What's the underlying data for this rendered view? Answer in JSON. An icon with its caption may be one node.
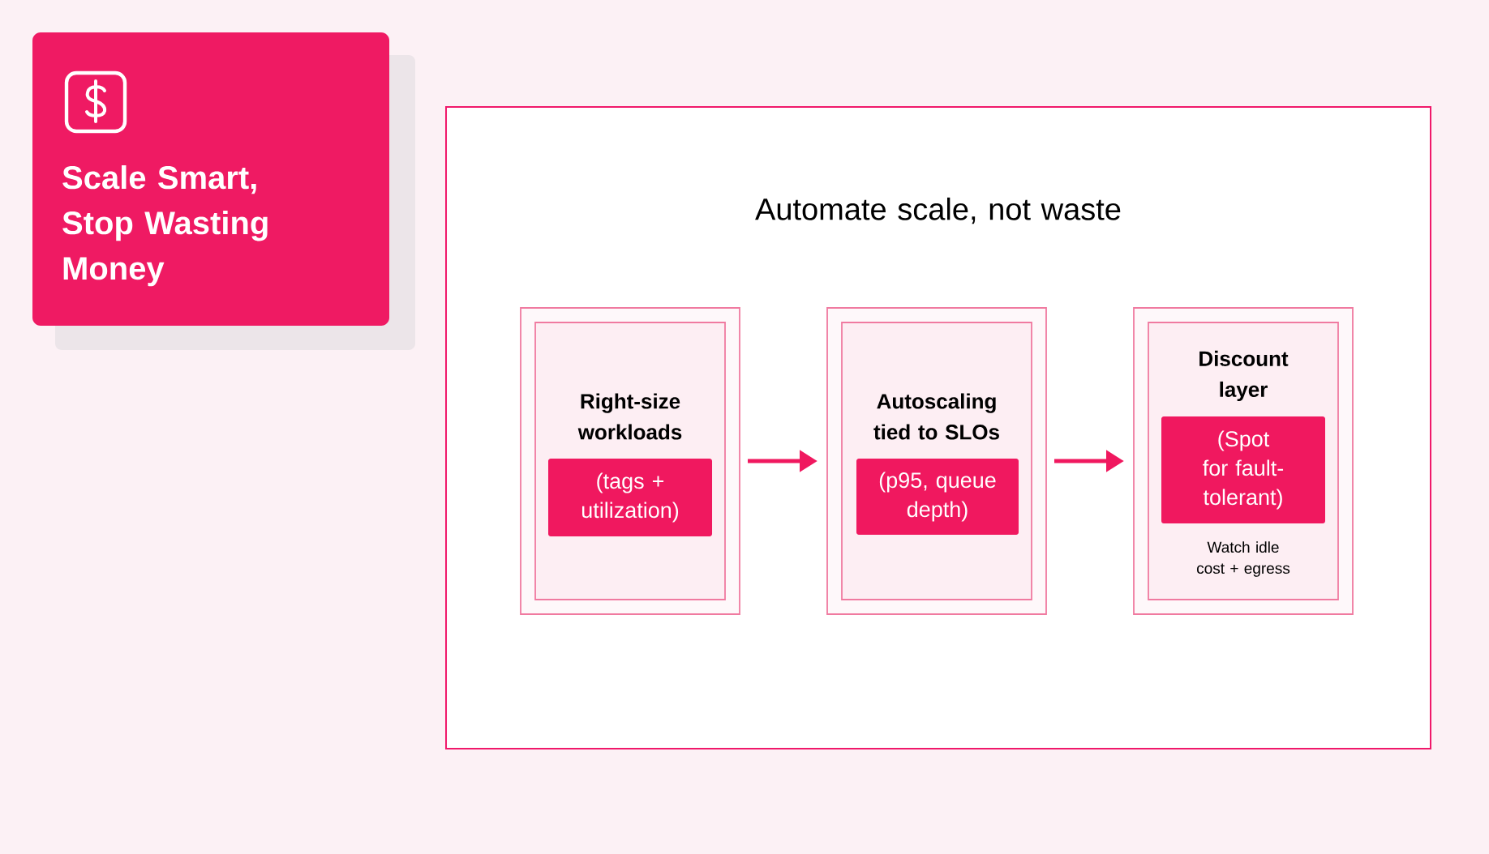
{
  "diagram": {
    "title": "Automate scale, not waste",
    "nodes": [
      {
        "text": [
          "Scale Smart, Stop Wasting Money"
        ]
      },
      {
        "text": [],
        "shape": "box"
      },
      {
        "text": [],
        "shape": "box",
        "in": 1
      },
      {
        "text": [
          "Right-size workloads"
        ],
        "in": 2
      },
      {
        "text": [
          "(tags + utilization)"
        ],
        "in": 3
      },
      {
        "text": [],
        "shape": "box",
        "in": 1
      },
      {
        "text": [
          "Autoscaling tied to SLOs"
        ],
        "in": 5
      },
      {
        "text": [
          "(p95, queue depth)"
        ],
        "in": 6
      },
      {
        "text": [],
        "shape": "box",
        "in": 1
      },
      {
        "text": [
          "Discount layer",
          "Watch idle cost + egress"
        ],
        "in": 8
      },
      {
        "text": [
          "(Spot for fault-tolerant)"
        ],
        "in": 9
      }
    ],
    "edges": [
      {
        "from": 2,
        "to": 5,
        "arrow": "to"
      },
      {
        "from": 5,
        "to": 8,
        "arrow": "to"
      }
    ]
  }
}
